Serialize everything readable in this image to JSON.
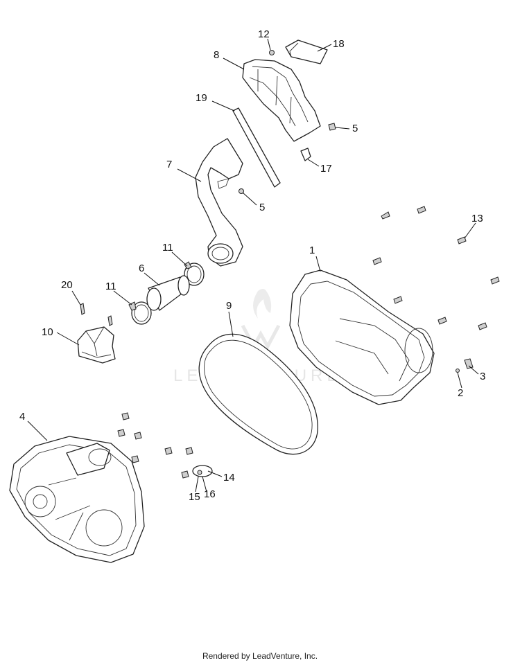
{
  "callouts": [
    {
      "id": "12",
      "label": "12"
    },
    {
      "id": "18",
      "label": "18"
    },
    {
      "id": "8",
      "label": "8"
    },
    {
      "id": "19",
      "label": "19"
    },
    {
      "id": "5a",
      "label": "5"
    },
    {
      "id": "17",
      "label": "17"
    },
    {
      "id": "7",
      "label": "7"
    },
    {
      "id": "5b",
      "label": "5"
    },
    {
      "id": "13",
      "label": "13"
    },
    {
      "id": "1",
      "label": "1"
    },
    {
      "id": "11a",
      "label": "11"
    },
    {
      "id": "6",
      "label": "6"
    },
    {
      "id": "20",
      "label": "20"
    },
    {
      "id": "11b",
      "label": "11"
    },
    {
      "id": "9",
      "label": "9"
    },
    {
      "id": "10",
      "label": "10"
    },
    {
      "id": "3",
      "label": "3"
    },
    {
      "id": "2",
      "label": "2"
    },
    {
      "id": "4",
      "label": "4"
    },
    {
      "id": "14",
      "label": "14"
    },
    {
      "id": "15",
      "label": "15"
    },
    {
      "id": "16",
      "label": "16"
    }
  ],
  "watermark": "LEADVENTURE",
  "footer": "Rendered by LeadVenture, Inc."
}
